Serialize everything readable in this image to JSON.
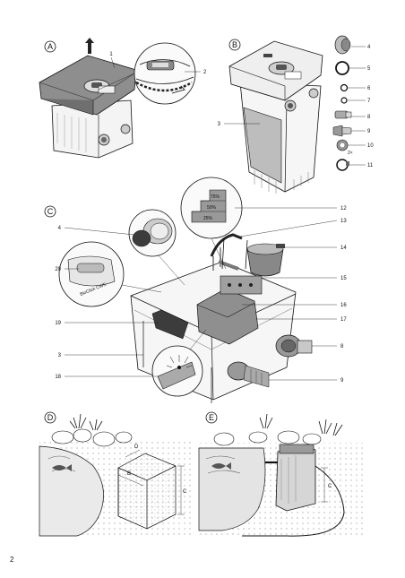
{
  "panels": [
    {
      "id": "A",
      "letter": "A"
    },
    {
      "id": "B",
      "letter": "B"
    },
    {
      "id": "C",
      "letter": "C"
    },
    {
      "id": "D",
      "letter": "D"
    },
    {
      "id": "E",
      "letter": "E"
    }
  ],
  "callouts": {
    "a1": "1",
    "a2": "2",
    "b3": "3",
    "b4": "4",
    "b5": "5",
    "b6": "6",
    "b7": "7",
    "b8": "8",
    "b9": "9",
    "b10": "10",
    "b10_qty": "2×",
    "b11": "11",
    "c4": "4",
    "c20": "20",
    "c19": "19",
    "c3": "3",
    "c18": "18",
    "c12": "12",
    "c13": "13",
    "c14": "14",
    "c15": "15",
    "c16": "16",
    "c17": "17",
    "c8": "8",
    "c9": "9"
  },
  "dimension_labels": {
    "d_depth": "D",
    "d_width": "B",
    "d_height": "C",
    "e_height": "C"
  },
  "product_labels": {
    "bioclick": "BioClick CWS",
    "foam_75": "75%",
    "foam_50": "50%",
    "foam_25": "25%"
  },
  "page_number": "2"
}
